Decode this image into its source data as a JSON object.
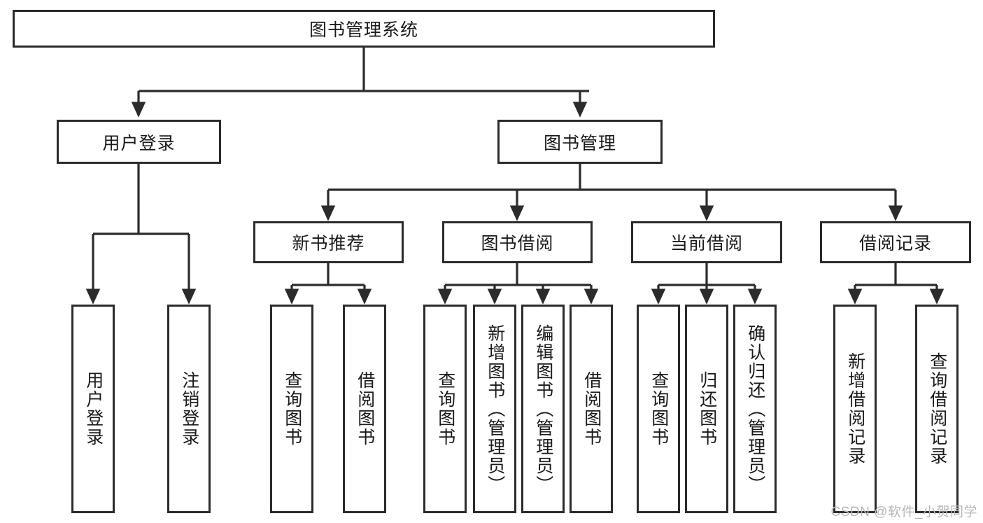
{
  "diagram": {
    "title": "图书管理系统",
    "type": "tree",
    "watermark": "CSDN @软件_小贺同学",
    "levels": {
      "root": {
        "label": "图书管理系统"
      },
      "level2": [
        {
          "label": "用户登录"
        },
        {
          "label": "图书管理"
        }
      ],
      "level3": [
        {
          "label": "新书推荐"
        },
        {
          "label": "图书借阅"
        },
        {
          "label": "当前借阅"
        },
        {
          "label": "借阅记录"
        }
      ],
      "leaves": {
        "user_login": [
          {
            "label": "用户登录"
          },
          {
            "label": "注销登录"
          }
        ],
        "new_book_recommend": [
          {
            "label": "查询图书"
          },
          {
            "label": "借阅图书"
          }
        ],
        "book_borrow": [
          {
            "label": "查询图书"
          },
          {
            "label": "新增图书（管理员）"
          },
          {
            "label": "编辑图书（管理员）"
          },
          {
            "label": "借阅图书"
          }
        ],
        "current_borrow": [
          {
            "label": "查询图书"
          },
          {
            "label": "归还图书"
          },
          {
            "label": "确认归还（管理员）"
          }
        ],
        "borrow_record": [
          {
            "label": "新增借阅记录"
          },
          {
            "label": "查询借阅记录"
          }
        ]
      }
    },
    "colors": {
      "border": "#2b2b2b",
      "fill": "#ffffff",
      "text": "#1a1a1a",
      "edge": "#2b2b2b",
      "watermark": "#b8b8b8"
    }
  }
}
